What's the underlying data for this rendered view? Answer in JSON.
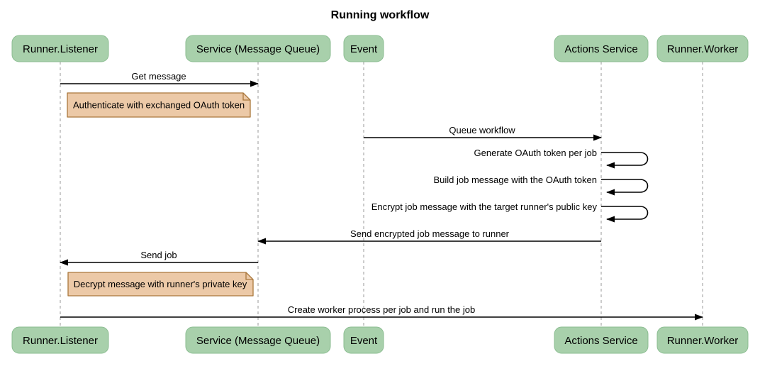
{
  "title": "Running workflow",
  "colors": {
    "background": "#ffffff",
    "actor-fill": "#a8d0ab",
    "actor-border": "#8bbd91",
    "note-fill": "#ecc9a7",
    "note-border": "#aa783c",
    "lifeline": "#999999",
    "arrow": "#000000",
    "text": "#000000"
  },
  "actors": [
    {
      "label": "Runner.Listener"
    },
    {
      "label": "Service (Message Queue)"
    },
    {
      "label": "Event"
    },
    {
      "label": "Actions Service"
    },
    {
      "label": "Runner.Worker"
    }
  ],
  "messages": [
    {
      "type": "arrow",
      "from": "Runner.Listener",
      "to": "Service (Message Queue)",
      "label": "Get message"
    },
    {
      "type": "note",
      "over": "Runner.Listener",
      "label": "Authenticate with exchanged OAuth token"
    },
    {
      "type": "arrow",
      "from": "Event",
      "to": "Actions Service",
      "label": "Queue workflow"
    },
    {
      "type": "self",
      "actor": "Actions Service",
      "label": "Generate OAuth token per job"
    },
    {
      "type": "self",
      "actor": "Actions Service",
      "label": "Build job message with the OAuth token"
    },
    {
      "type": "self",
      "actor": "Actions Service",
      "label": "Encrypt job message with the target runner's public key"
    },
    {
      "type": "arrow",
      "from": "Actions Service",
      "to": "Service (Message Queue)",
      "label": "Send encrypted job message to runner"
    },
    {
      "type": "arrow",
      "from": "Service (Message Queue)",
      "to": "Runner.Listener",
      "label": "Send job"
    },
    {
      "type": "note",
      "over": "Runner.Listener",
      "label": "Decrypt message with runner's private key"
    },
    {
      "type": "arrow",
      "from": "Runner.Listener",
      "to": "Runner.Worker",
      "label": "Create worker process per job and run the job"
    }
  ]
}
